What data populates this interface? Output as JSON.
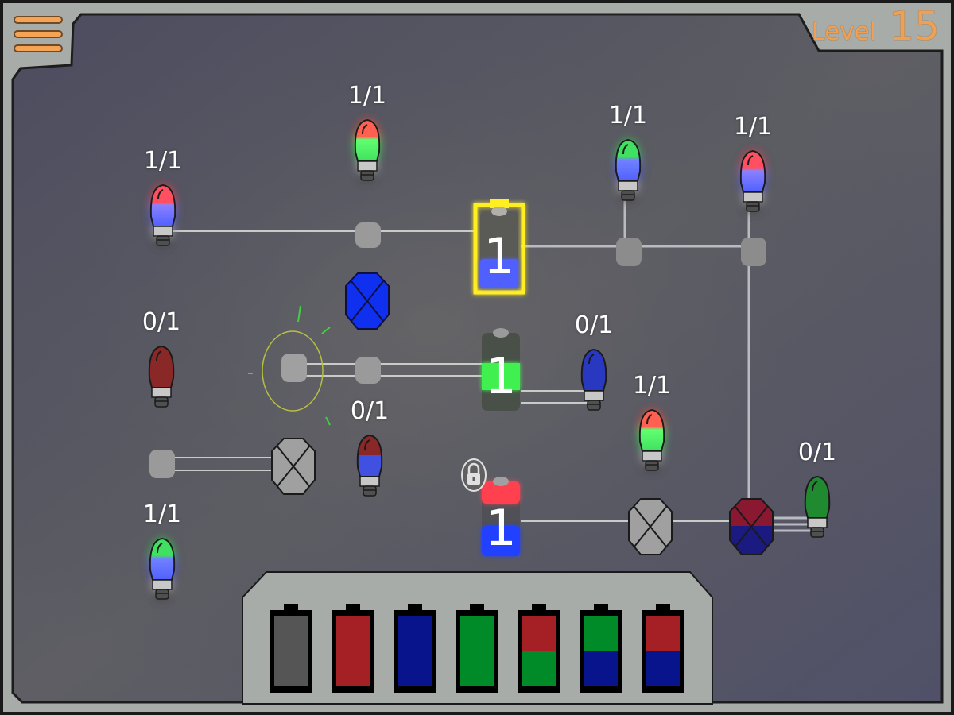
{
  "hud": {
    "menu_icon": "hamburger-menu-icon",
    "level_label": "Level",
    "level_number": "15"
  },
  "colors": {
    "frame": "#a8aca8",
    "board": "#55566a",
    "accent": "#f5a354",
    "red": "#ff4058",
    "green": "#4cf060",
    "blue": "#6070ff",
    "selected": "#ffee22"
  },
  "bulbs": [
    {
      "id": "b1",
      "count": "1/1",
      "lit": true,
      "colors": [
        "red",
        "blue"
      ]
    },
    {
      "id": "b2",
      "count": "1/1",
      "lit": true,
      "colors": [
        "red",
        "green"
      ]
    },
    {
      "id": "b3",
      "count": "1/1",
      "lit": true,
      "colors": [
        "green",
        "blue"
      ]
    },
    {
      "id": "b4",
      "count": "1/1",
      "lit": true,
      "colors": [
        "red",
        "blue"
      ]
    },
    {
      "id": "b5",
      "count": "0/1",
      "lit": false,
      "colors": [
        "red"
      ]
    },
    {
      "id": "b6",
      "count": "0/1",
      "lit": false,
      "colors": [
        "red",
        "blue"
      ]
    },
    {
      "id": "b7",
      "count": "0/1",
      "lit": false,
      "colors": [
        "blue"
      ]
    },
    {
      "id": "b8",
      "count": "1/1",
      "lit": true,
      "colors": [
        "red",
        "green"
      ]
    },
    {
      "id": "b9",
      "count": "0/1",
      "lit": false,
      "colors": [
        "green"
      ]
    },
    {
      "id": "b10",
      "count": "1/1",
      "lit": true,
      "colors": [
        "green",
        "blue"
      ]
    }
  ],
  "batteries": [
    {
      "id": "bat1",
      "charge": "1",
      "colors": [
        "blue"
      ],
      "selected": true,
      "locked": false
    },
    {
      "id": "bat2",
      "charge": "1",
      "colors": [
        "green"
      ],
      "selected": false,
      "locked": false
    },
    {
      "id": "bat3",
      "charge": "1",
      "colors": [
        "red",
        "blue"
      ],
      "selected": false,
      "locked": true
    }
  ],
  "tray": {
    "items": [
      {
        "name": "empty",
        "colors": [
          "#555555"
        ]
      },
      {
        "name": "red",
        "colors": [
          "#a42024"
        ]
      },
      {
        "name": "blue",
        "colors": [
          "#08148c"
        ]
      },
      {
        "name": "green",
        "colors": [
          "#008a28"
        ]
      },
      {
        "name": "red-green",
        "colors": [
          "#a42024",
          "#008a28"
        ]
      },
      {
        "name": "green-blue",
        "colors": [
          "#008a28",
          "#08148c"
        ]
      },
      {
        "name": "red-blue",
        "colors": [
          "#a42024",
          "#08148c"
        ]
      }
    ]
  }
}
